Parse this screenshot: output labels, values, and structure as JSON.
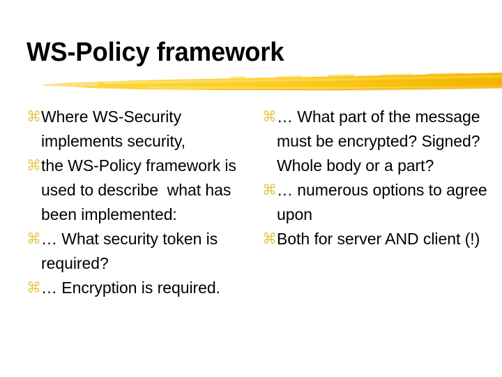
{
  "slide": {
    "title": "WS-Policy framework",
    "bullet_glyph": "⌘",
    "bullet_glyph_name": "place-of-interest-bullet",
    "colors": {
      "title_text": "#000000",
      "body_text": "#000000",
      "bullet_marker": "#E9C64B",
      "brush_stroke_light": "#FFE066",
      "brush_stroke_mid": "#FCD130",
      "brush_stroke_dark": "#F2B705",
      "background": "#FFFFFF"
    },
    "columns": {
      "left": {
        "bullets": [
          "Where WS-Security implements security,",
          "the WS-Policy framework is used to describe  what has been implemented:",
          "… What security token is required?",
          "… Encryption is required."
        ]
      },
      "right": {
        "bullets": [
          "… What part of the message must be encrypted? Signed? Whole body or a part?",
          "… numerous options to agree upon",
          "Both for server AND client (!)"
        ]
      }
    }
  }
}
